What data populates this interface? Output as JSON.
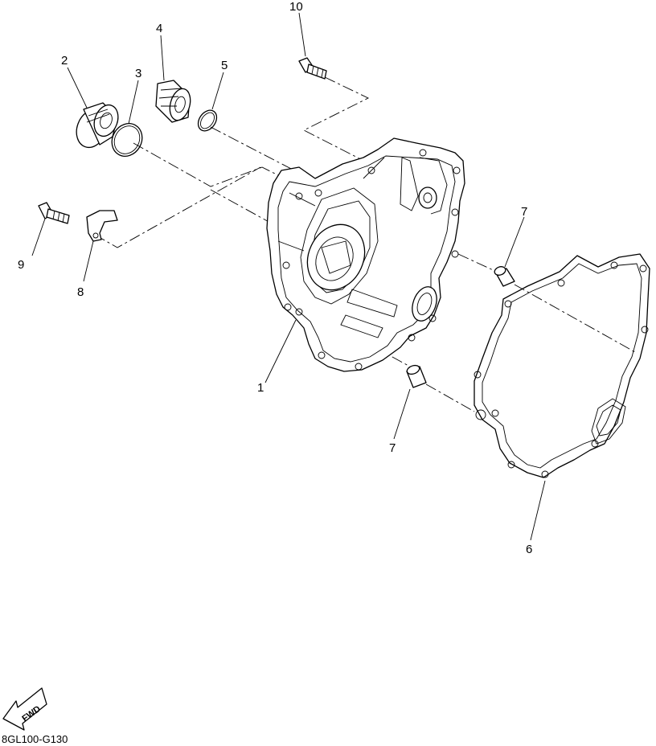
{
  "diagram_code": "8GL100-G130",
  "fwd_label": "FWD",
  "callouts": {
    "c1": "1",
    "c2": "2",
    "c3": "3",
    "c4": "4",
    "c5": "5",
    "c6": "6",
    "c7a": "7",
    "c7b": "7",
    "c8": "8",
    "c9": "9",
    "c10": "10"
  }
}
